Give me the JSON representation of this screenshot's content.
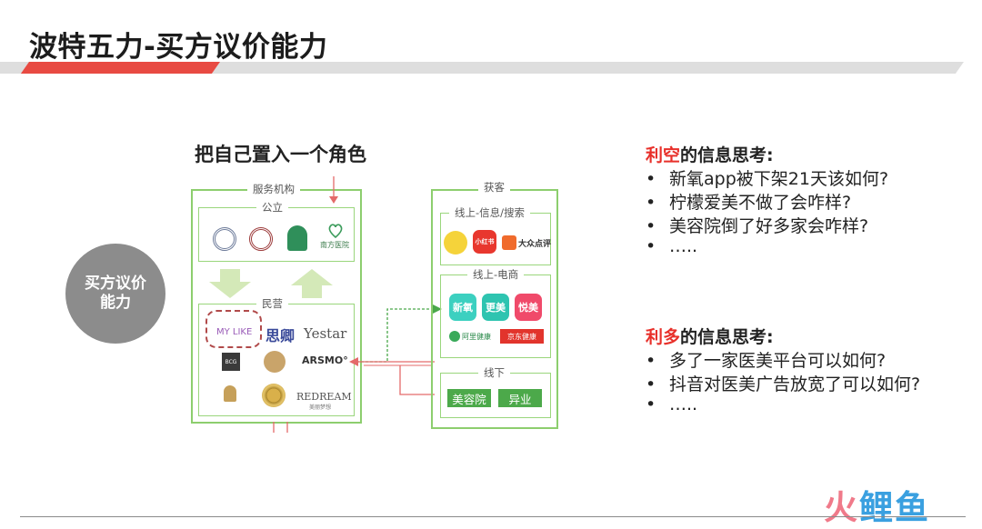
{
  "title": "波特五力-买方议价能力",
  "role": {
    "title": "把自己置入一个角色"
  },
  "circle": {
    "line1": "买方议价",
    "line2": "能力"
  },
  "service": {
    "outer_label": "服务机构",
    "public": {
      "label": "公立",
      "logo4_text": "南方医院"
    },
    "private": {
      "label": "民营",
      "mylike": "MY LIKE",
      "siyu": "思卿",
      "yestar": "Yestar",
      "bcg": "BCG",
      "arsmo": "ARSMO°",
      "redream_big": "REDREAM",
      "redream_small": "美丽梦想"
    }
  },
  "acquire": {
    "outer_label": "获客",
    "online_info": {
      "label": "线上-信息/搜索",
      "app2": "小红书",
      "app3": "大众点评"
    },
    "online_ecom": {
      "label": "线上-电商",
      "app1": "新氧",
      "app2": "更美",
      "app3": "悦美",
      "app4": "阿里健康",
      "app5": "京东健康"
    },
    "offline": {
      "label": "线下",
      "btn1": "美容院",
      "btn2": "异业"
    }
  },
  "risk": {
    "heading_red": "利空",
    "heading_rest": "的信息思考:",
    "items": [
      "新氧app被下架21天该如何?",
      "柠檬爱美不做了会咋样?",
      "美容院倒了好多家会咋样?",
      "….."
    ]
  },
  "benefit": {
    "heading_red": "利多",
    "heading_rest": "的信息思考:",
    "items": [
      "多了一家医美平台可以如何?",
      "抖音对医美广告放宽了可以如何?",
      "….."
    ]
  },
  "bullet": "•",
  "brand": {
    "part1": "火",
    "part2": "鲤鱼"
  },
  "colors": {
    "accent_red": "#e84a42",
    "green": "#8dce6e",
    "circle_gray": "#8c8c8c"
  }
}
